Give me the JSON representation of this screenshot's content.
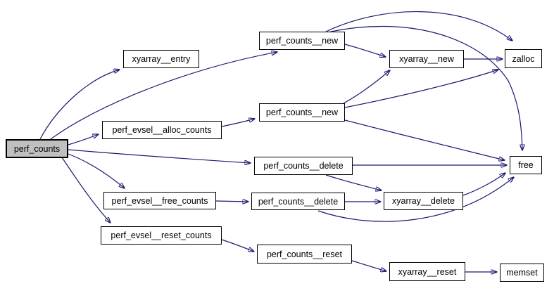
{
  "diagram": {
    "kind": "doxygen-call-graph",
    "background": "#ffffff",
    "edge_color": "#191970",
    "node_fill": "#ffffff",
    "node_border_color": "#000000",
    "root_fill": "#bfbfbf",
    "root": "perf_counts",
    "nodes": {
      "perf_counts": {
        "label": "perf_counts"
      },
      "xyarray_entry": {
        "label": "xyarray__entry"
      },
      "perf_counts_new_1": {
        "label": "perf_counts__new"
      },
      "perf_counts_new_2": {
        "label": "perf_counts__new"
      },
      "xyarray_new": {
        "label": "xyarray__new"
      },
      "zalloc": {
        "label": "zalloc"
      },
      "perf_evsel_alloc_counts": {
        "label": "perf_evsel__alloc_counts"
      },
      "perf_counts_delete_1": {
        "label": "perf_counts__delete"
      },
      "free": {
        "label": "free"
      },
      "perf_evsel_free_counts": {
        "label": "perf_evsel__free_counts"
      },
      "perf_counts_delete_2": {
        "label": "perf_counts__delete"
      },
      "xyarray_delete": {
        "label": "xyarray__delete"
      },
      "perf_evsel_reset_counts": {
        "label": "perf_evsel__reset_counts"
      },
      "perf_counts_reset": {
        "label": "perf_counts__reset"
      },
      "xyarray_reset": {
        "label": "xyarray__reset"
      },
      "memset": {
        "label": "memset"
      }
    },
    "edges": [
      {
        "from": "perf_counts",
        "to": "xyarray_entry"
      },
      {
        "from": "perf_counts",
        "to": "perf_counts_new_1"
      },
      {
        "from": "perf_counts",
        "to": "perf_evsel_alloc_counts"
      },
      {
        "from": "perf_counts",
        "to": "perf_counts_delete_1"
      },
      {
        "from": "perf_counts",
        "to": "perf_evsel_free_counts"
      },
      {
        "from": "perf_counts",
        "to": "perf_evsel_reset_counts"
      },
      {
        "from": "perf_counts_new_1",
        "to": "xyarray_new"
      },
      {
        "from": "perf_counts_new_1",
        "to": "zalloc"
      },
      {
        "from": "perf_counts_new_1",
        "to": "free"
      },
      {
        "from": "perf_evsel_alloc_counts",
        "to": "perf_counts_new_2"
      },
      {
        "from": "perf_counts_new_2",
        "to": "xyarray_new"
      },
      {
        "from": "perf_counts_new_2",
        "to": "zalloc"
      },
      {
        "from": "perf_counts_new_2",
        "to": "free"
      },
      {
        "from": "xyarray_new",
        "to": "zalloc"
      },
      {
        "from": "perf_counts_delete_1",
        "to": "free"
      },
      {
        "from": "perf_counts_delete_1",
        "to": "xyarray_delete"
      },
      {
        "from": "perf_evsel_free_counts",
        "to": "perf_counts_delete_2"
      },
      {
        "from": "perf_counts_delete_2",
        "to": "xyarray_delete"
      },
      {
        "from": "perf_counts_delete_2",
        "to": "free"
      },
      {
        "from": "xyarray_delete",
        "to": "free"
      },
      {
        "from": "perf_evsel_reset_counts",
        "to": "perf_counts_reset"
      },
      {
        "from": "perf_counts_reset",
        "to": "xyarray_reset"
      },
      {
        "from": "xyarray_reset",
        "to": "memset"
      }
    ]
  }
}
